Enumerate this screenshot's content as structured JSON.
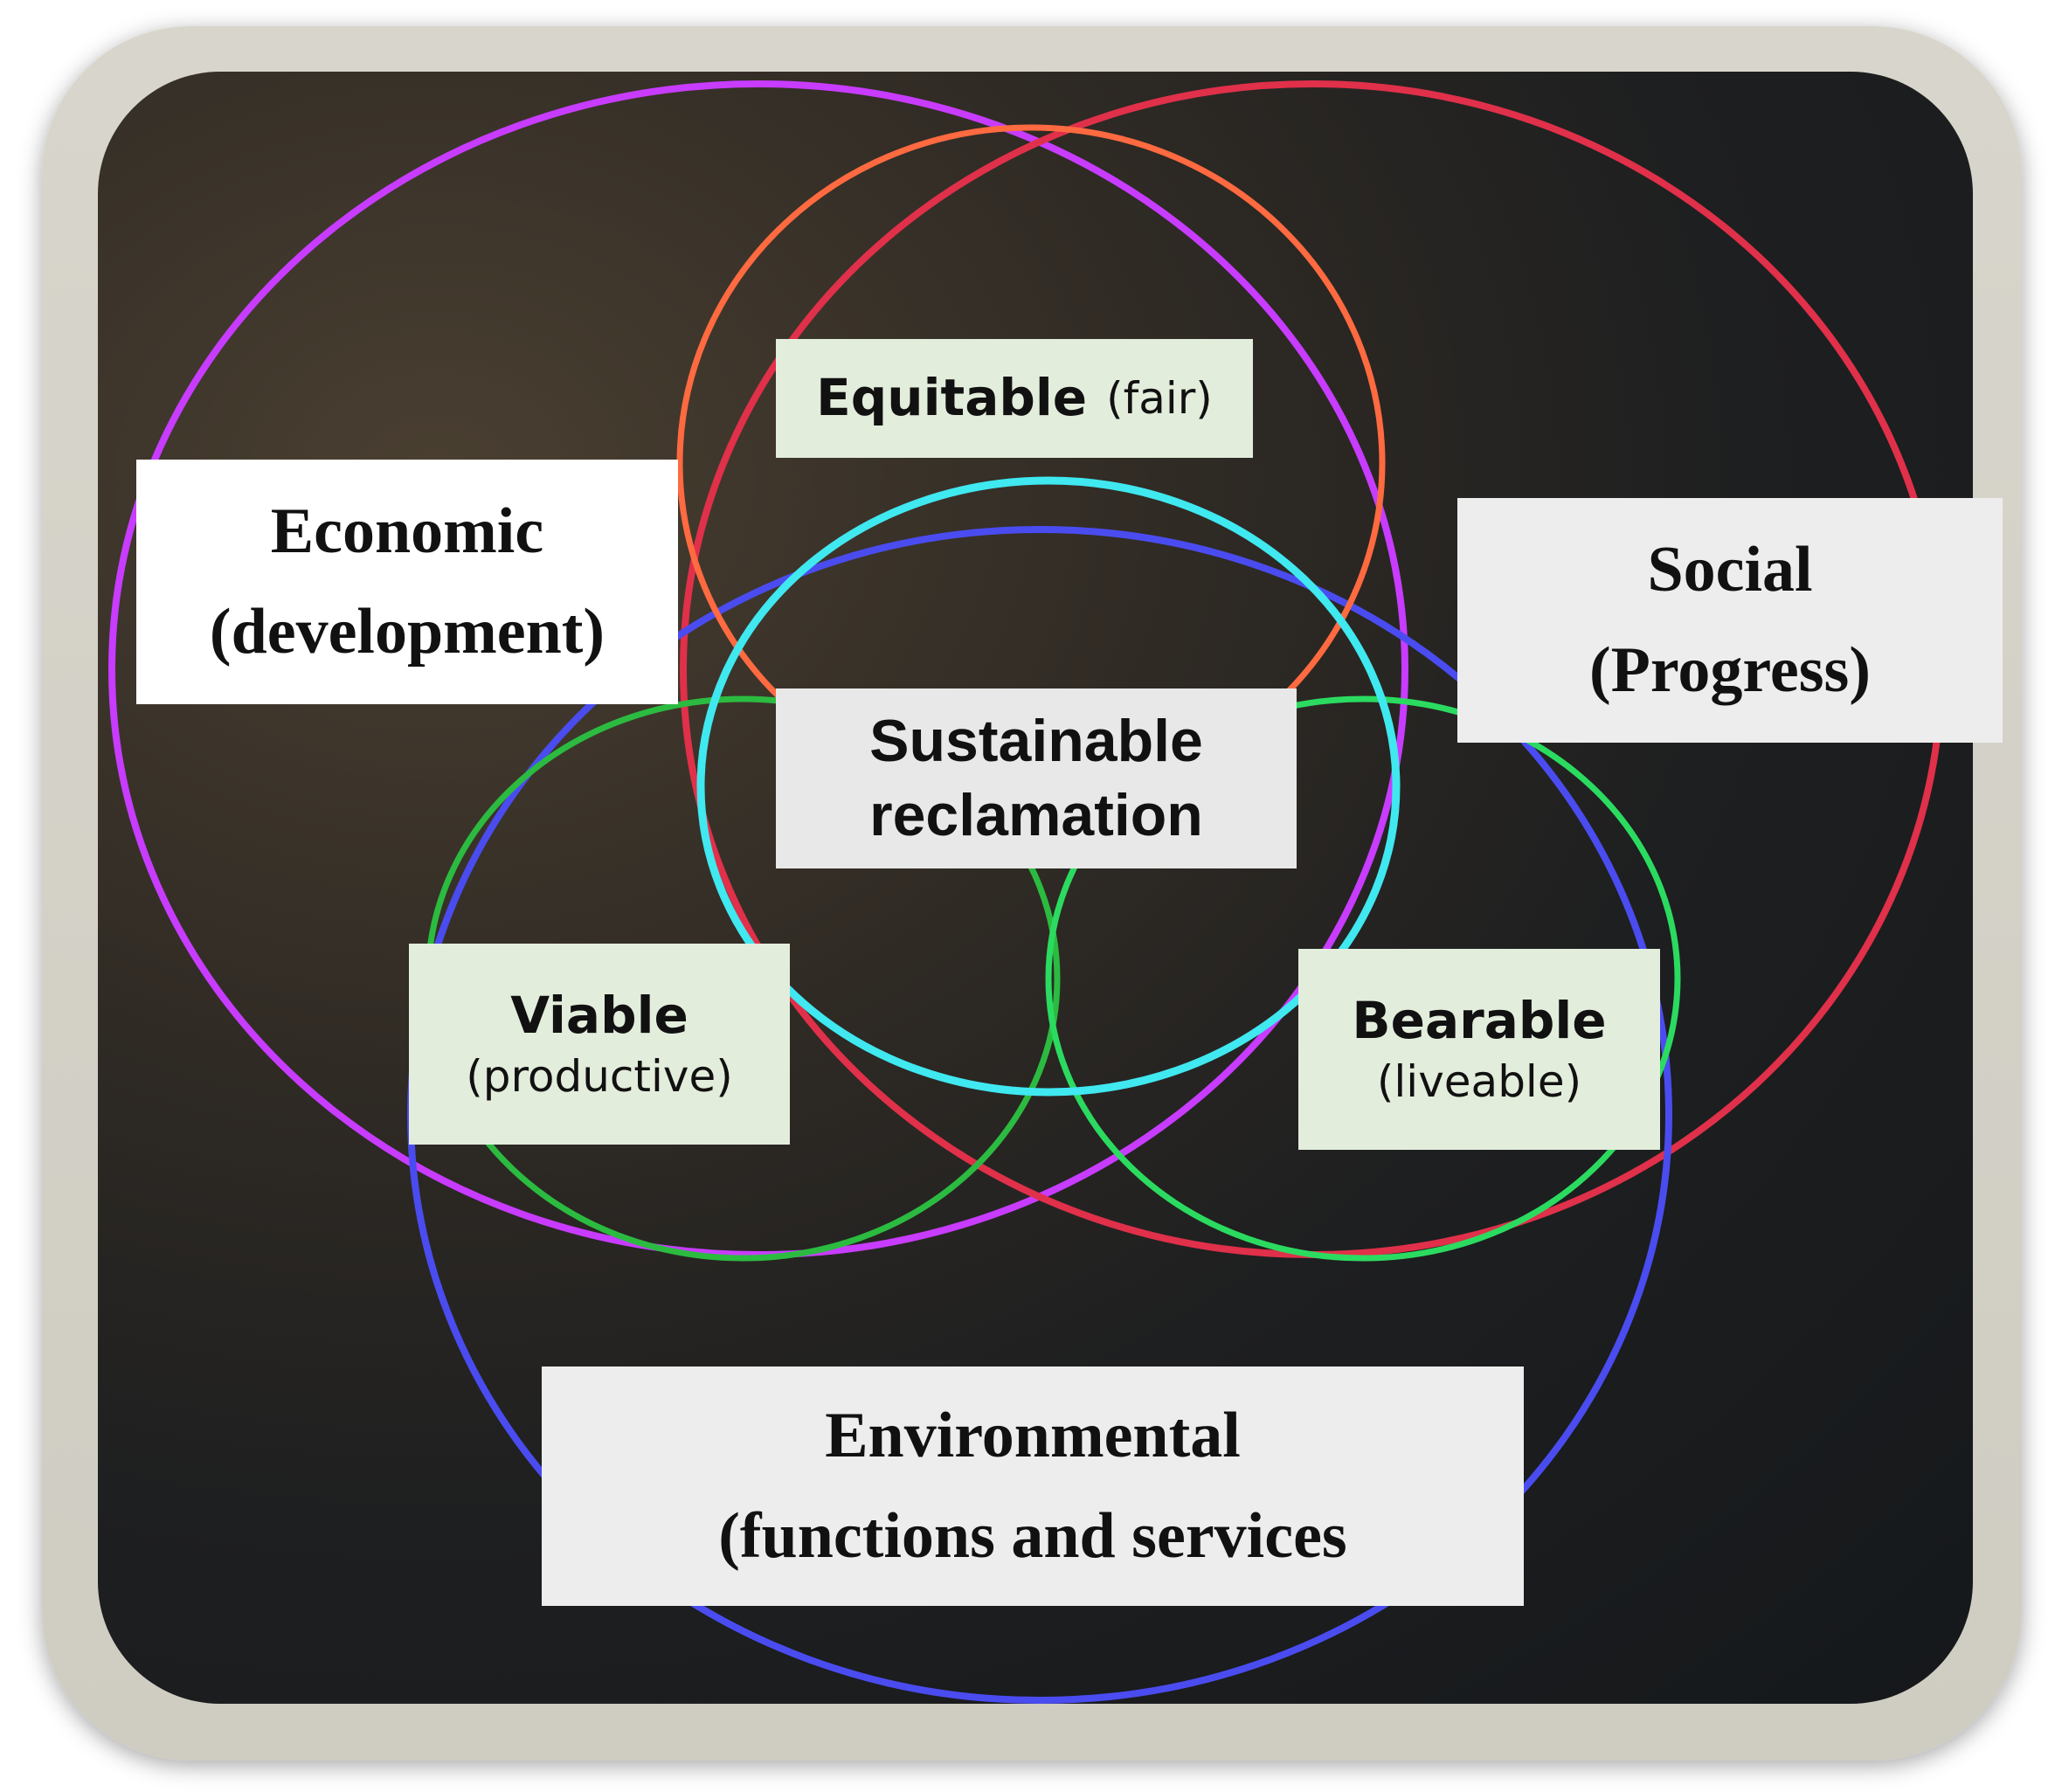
{
  "diagram": {
    "center_label": [
      "Sustainable",
      "reclamation"
    ],
    "circles": [
      {
        "title": "Economic",
        "subtitle": "(development)"
      },
      {
        "title": "Social",
        "subtitle": "(Progress)"
      },
      {
        "title": "Environmental",
        "subtitle": "(functions and services"
      }
    ],
    "overlaps": [
      {
        "title": "Equitable",
        "subtitle": "(fair)"
      },
      {
        "title": "Viable",
        "subtitle": "(productive)"
      },
      {
        "title": "Bearable",
        "subtitle": "(liveable)"
      }
    ],
    "colors": {
      "economic_outline": "#c83cff",
      "social_outline": "#e0304a",
      "environmental_outline": "#4a4cf0",
      "center_outline": "#40e8f0",
      "viable_arc": "#2bbb40",
      "background": "#1c1e20"
    }
  }
}
